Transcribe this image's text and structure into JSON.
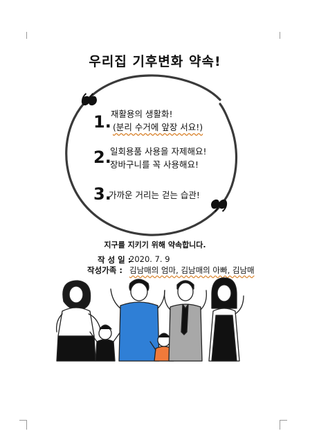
{
  "title": "우리집 기후변화 약속!",
  "promises": [
    {
      "number": "1.",
      "lines": [
        "재활용의 생활화!",
        "(분리 수거에 앞장 서요!)"
      ]
    },
    {
      "number": "2.",
      "lines": [
        "일회용품 사용을 자제해요!",
        "장바구니를 꼭 사용해요!"
      ]
    },
    {
      "number": "3.",
      "lines": [
        "가까운 거리는 걷는 습관!"
      ]
    }
  ],
  "pledge": "지구를 지키기 위해 약속합니다.",
  "meta": {
    "date_label": "작 성 일 :",
    "date_value": "2020. 7. 9",
    "family_label": "작성가족 :",
    "family_value": "김남매의 엄마, 김남매의 아빠, 김남매"
  },
  "icons": {
    "open_quote": "quote-open-icon",
    "close_quote": "quote-close-icon",
    "illustration": "family-illustration"
  },
  "colors": {
    "ink": "#111111",
    "squiggle": "#d9822b",
    "blue_shirt": "#2f7fd6",
    "orange_shirt": "#f07a3a",
    "grey_suit": "#a8a8a8"
  }
}
